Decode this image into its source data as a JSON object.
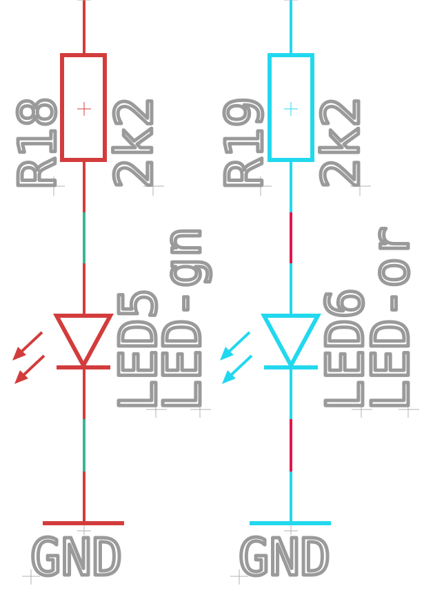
{
  "colors": {
    "red": "#d33c3c",
    "cyan": "#22d8ee",
    "wire_green": "#3ab595",
    "wire_pink": "#e3164d",
    "label_gray": "#9a9a9a",
    "origin_gray": "#b0b0b0"
  },
  "circuits": [
    {
      "resistor": {
        "name": "R18",
        "value": "2k2"
      },
      "led": {
        "name": "LED5",
        "value": "LED-gn"
      },
      "ground": {
        "label": "GND"
      }
    },
    {
      "resistor": {
        "name": "R19",
        "value": "2k2"
      },
      "led": {
        "name": "LED6",
        "value": "LED-or"
      },
      "ground": {
        "label": "GND"
      }
    }
  ]
}
